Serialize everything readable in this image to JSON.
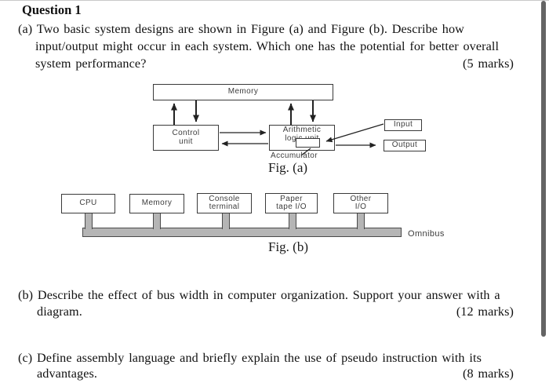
{
  "header": {
    "title": "Question 1"
  },
  "part_a": {
    "line1": "(a) Two basic system designs are shown in Figure (a) and Figure (b). Describe how",
    "line2": "input/output might occur in each system. Which one has the potential for better overall",
    "line3": "system performance?",
    "marks": "(5 marks)"
  },
  "part_b": {
    "line1": "(b) Describe the effect of bus width in computer organization. Support your answer with a",
    "line2": "diagram.",
    "marks": "(12 marks)"
  },
  "part_c": {
    "line1": "(c) Define assembly language and briefly explain the use of pseudo instruction with its",
    "line2": "advantages.",
    "marks": "(8 marks)"
  },
  "figure_a": {
    "caption": "Fig. (a)",
    "memory_label": "Memory",
    "control_label": "Control\nunit",
    "alu_label": "Arithmetic\nlogic unit",
    "accumulator_label": "Accumulator",
    "input_label": "Input",
    "output_label": "Output"
  },
  "figure_b": {
    "caption": "Fig. (b)",
    "cpu_label": "CPU",
    "memory_label": "Memory",
    "console_label": "Console\nterminal",
    "paper_label": "Paper\ntape I/O",
    "other_label": "Other\nI/O",
    "bus_label": "Omnibus"
  },
  "colors": {
    "diagram_line": "#3a3a3a",
    "bus_fill": "#b5b5b5",
    "scrollbar": "#646464"
  }
}
